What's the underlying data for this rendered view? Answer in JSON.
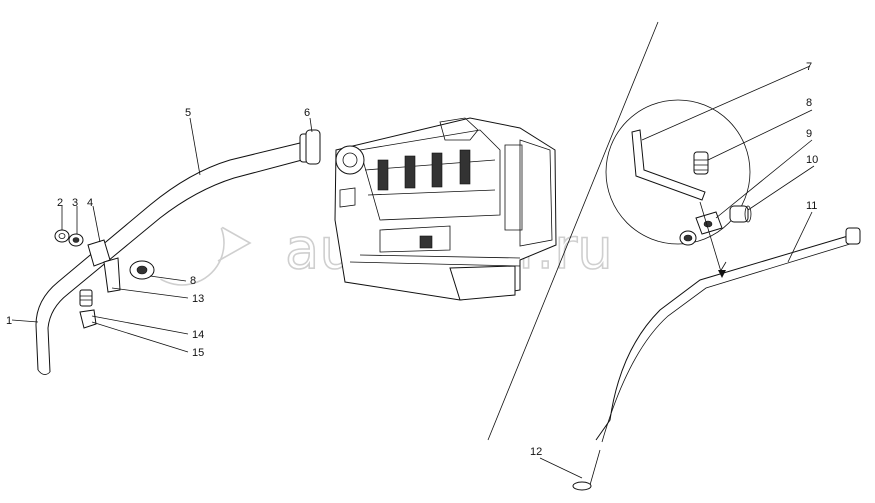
{
  "watermark": "autopiter.ru",
  "callouts": [
    "1",
    "2",
    "3",
    "4",
    "5",
    "6",
    "7",
    "8",
    "9",
    "10",
    "11",
    "12",
    "13",
    "14",
    "15",
    "8"
  ],
  "colors": {
    "line": "#111111",
    "watermark": "#cfcfcf",
    "background": "#ffffff"
  }
}
